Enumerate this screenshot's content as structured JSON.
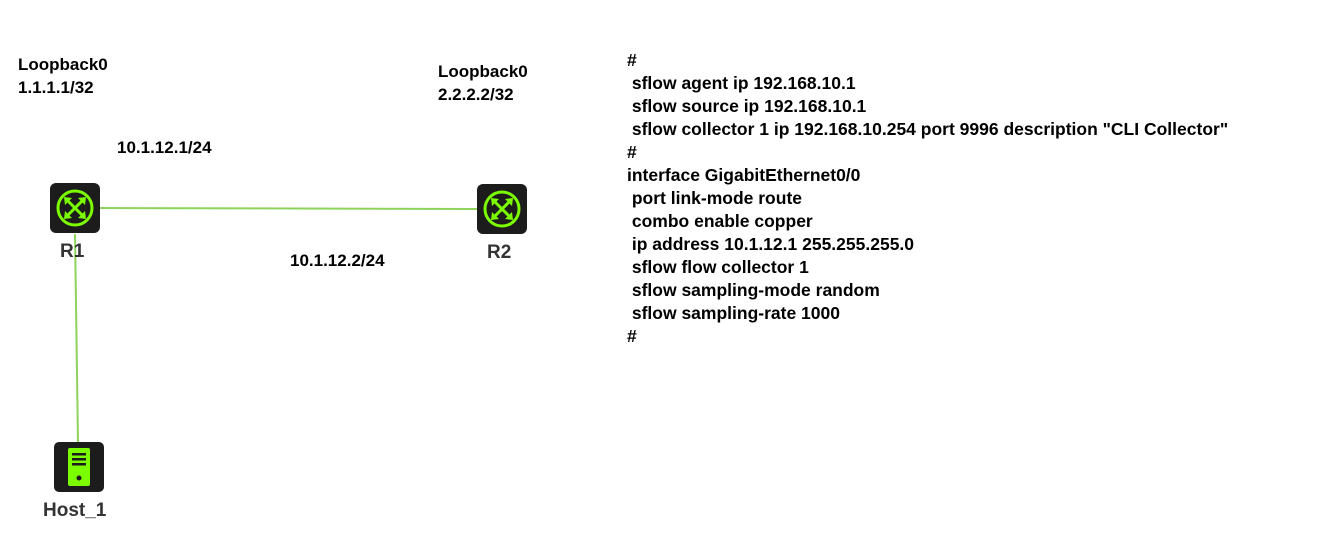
{
  "nodes": {
    "r1": {
      "name": "R1",
      "loopback_name": "Loopback0",
      "loopback_ip": "1.1.1.1/32"
    },
    "r2": {
      "name": "R2",
      "loopback_name": "Loopback0",
      "loopback_ip": "2.2.2.2/32"
    },
    "host1": {
      "name": "Host_1"
    }
  },
  "link_labels": {
    "r1_side": "10.1.12.1/24",
    "r2_side": "10.1.12.2/24"
  },
  "colors": {
    "link": "#8ed35b",
    "icon": "#7cfc00",
    "device_bg": "#1c1c1c"
  },
  "config_lines": [
    "#",
    " sflow agent ip 192.168.10.1",
    " sflow source ip 192.168.10.1",
    " sflow collector 1 ip 192.168.10.254 port 9996 description \"CLI Collector\"",
    "#",
    "interface GigabitEthernet0/0",
    " port link-mode route",
    " combo enable copper",
    " ip address 10.1.12.1 255.255.255.0",
    " sflow flow collector 1",
    " sflow sampling-mode random",
    " sflow sampling-rate 1000",
    "#"
  ]
}
